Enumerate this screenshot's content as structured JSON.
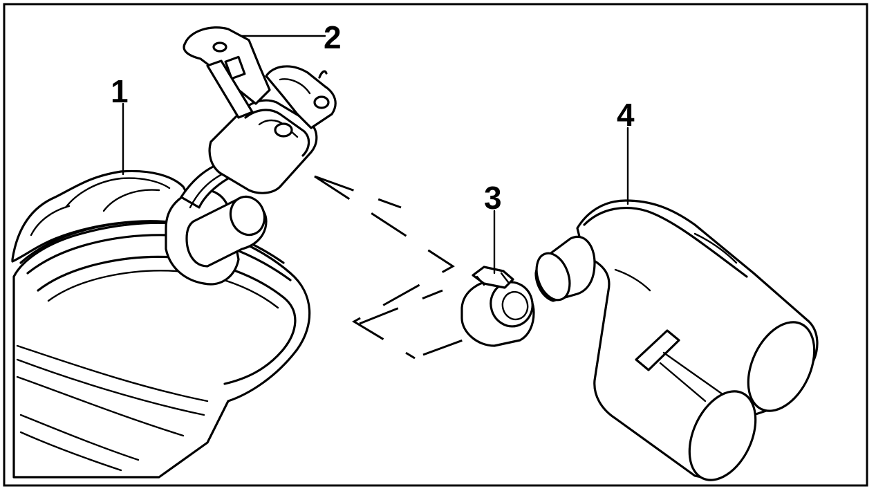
{
  "diagram": {
    "colors": {
      "line": "#000000",
      "background": "#ffffff"
    },
    "callouts": [
      {
        "id": "muffler",
        "label": "1"
      },
      {
        "id": "hanger",
        "label": "2"
      },
      {
        "id": "clamp",
        "label": "3"
      },
      {
        "id": "tailpipe",
        "label": "4"
      }
    ]
  }
}
